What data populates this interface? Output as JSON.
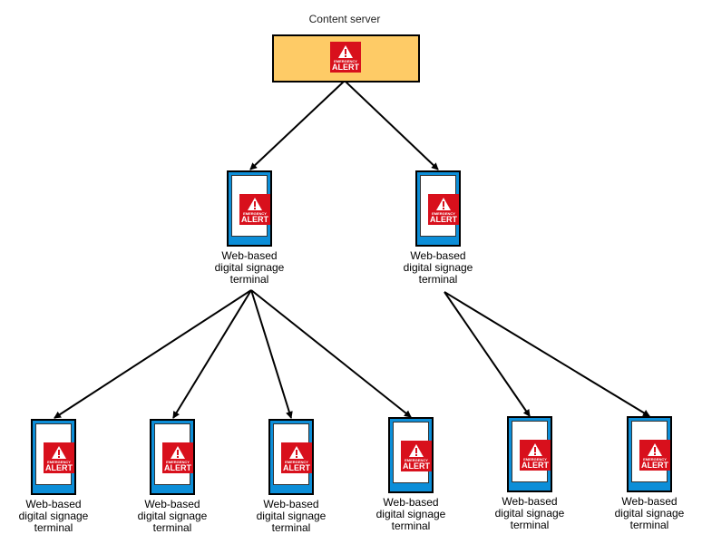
{
  "server": {
    "title": "Content server",
    "icon": "emergency-alert-icon",
    "alert_small": "EMERGENCY",
    "alert_big": "ALERT"
  },
  "terminal_label": [
    "Web-based",
    "digital signage",
    "terminal"
  ],
  "colors": {
    "server_fill": "#fecb66",
    "alert_red": "#d8101c",
    "terminal_blue": "#0c8ed8"
  }
}
